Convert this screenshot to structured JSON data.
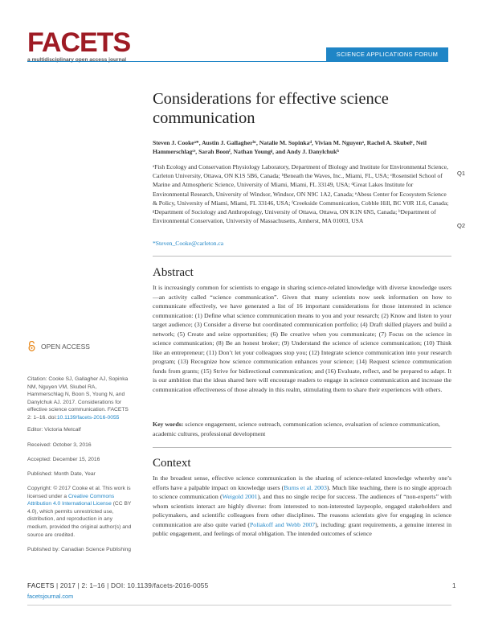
{
  "header": {
    "logo": "FACETS",
    "tagline": "a multidisciplinary open access journal",
    "section": "SCIENCE APPLICATIONS FORUM"
  },
  "title": "Considerations for effective science communication",
  "authors": "Steven J. Cookeᵃ*, Austin J. Gallagherᵇᶜ, Natalie M. Sopinkaᵈ, Vivian M. Nguyenᵃ, Rachel A. Skubelᶜ, Neil Hammerschlagᶜᵉ, Sarah Boonᶠ, Nathan Youngᵍ, and Andy J. Danylchukʰ",
  "affiliations": "ᵃFish Ecology and Conservation Physiology Laboratory, Department of Biology and Institute for Environmental Science, Carleton University, Ottawa, ON K1S 5B6, Canada; ᵇBeneath the Waves, Inc., Miami, FL, USA; ᶜRosenstiel School of Marine and Atmospheric Science, University of Miami, Miami, FL 33149, USA; ᵈGreat Lakes Institute for Environmental Research, University of Windsor, Windsor, ON N9C 1A2, Canada; ᵉAbess Center for Ecosystem Science & Policy, University of Miami, Miami, FL 33146, USA; ᶠCreekside Communication, Cobble Hill, BC V0R 1L6, Canada; ᵍDepartment of Sociology and Anthropology, University of Ottawa, Ottawa, ON K1N 6N5, Canada; ʰDepartment of Environmental Conservation, University of Massachusetts, Amherst, MA 01003, USA",
  "query_markers": {
    "q1": "Q1",
    "q2": "Q2"
  },
  "corresponding": "*Steven_Cooke@carleton.ca",
  "abstract": {
    "heading": "Abstract",
    "text": "It is increasingly common for scientists to engage in sharing science-related knowledge with diverse knowledge users—an activity called “science communication”. Given that many scientists now seek information on how to communicate effectively, we have generated a list of 16 important considerations for those interested in science communication: (1) Define what science communication means to you and your research; (2) Know and listen to your target audience; (3) Consider a diverse but coordinated communication portfolio; (4) Draft skilled players and build a network; (5) Create and seize opportunities; (6) Be creative when you communicate; (7) Focus on the science in science communication; (8) Be an honest broker; (9) Understand the science of science communication; (10) Think like an entrepreneur; (11) Don’t let your colleagues stop you; (12) Integrate science communication into your research program; (13) Recognize how science communication enhances your science; (14) Request science communication funds from grants; (15) Strive for bidirectional communication; and (16) Evaluate, reflect, and be prepared to adapt. It is our ambition that the ideas shared here will encourage readers to engage in science communication and increase the communication effectiveness of those already in this realm, stimulating them to share their experiences with others."
  },
  "keywords": {
    "label": "Key words:",
    "text": " science engagement, science outreach, communication science, evaluation of science communication, academic cultures, professional development"
  },
  "context": {
    "heading": "Context",
    "p1": "In the broadest sense, effective science communication is the sharing of science-related knowledge whereby one’s efforts have a palpable impact on knowledge users (",
    "cite1": "Burns et al. 2003",
    "p2": "). Much like teaching, there is no single approach to science communication (",
    "cite2": "Weigold 2001",
    "p3": "), and thus no single recipe for success. The audiences of “non-experts” with whom scientists interact are highly diverse: from interested to non-interested laypeople, engaged stakeholders and policymakers, and scientific colleagues from other disciplines. The reasons scientists give for engaging in science communication are also quite varied (",
    "cite3": "Poliakoff and Webb 2007",
    "p4": "), including: grant requirements, a genuine interest in public engagement, and feelings of moral obligation. The intended outcomes of science"
  },
  "sidebar": {
    "open_access": "OPEN ACCESS",
    "citation": "Citation: Cooke SJ, Gallagher AJ, Sopinka NM, Nguyen VM, Skubel RA, Hammerschlag N, Boon S, Young N, and Danylchuk AJ. 2017. Considerations for effective science communication. FACETS 2: 1–16. doi:",
    "citation_doi": "10.1139/facets-2016-0055",
    "editor": "Editor: Victoria Metcalf",
    "received": "Received: October 3, 2016",
    "accepted": "Accepted: December 15, 2016",
    "published": "Published: Month Date, Year",
    "copyright_a": "Copyright: © 2017 Cooke et al. This work is licensed under a ",
    "copyright_link": "Creative Commons Attribution 4.0 International License",
    "copyright_b": " (CC BY 4.0), which permits unrestricted use, distribution, and reproduction in any medium, provided the original author(s) and source are credited.",
    "published_by": "Published by: Canadian Science Publishing"
  },
  "footer": {
    "brand": "FACETS",
    "year": "2017",
    "pages": "2: 1–16",
    "doi": "DOI: 10.1139/facets-2016-0055",
    "url": "facetsjournal.com",
    "page_number": "1"
  },
  "colors": {
    "brand_red": "#9e1b24",
    "accent_blue": "#1f85c6"
  }
}
